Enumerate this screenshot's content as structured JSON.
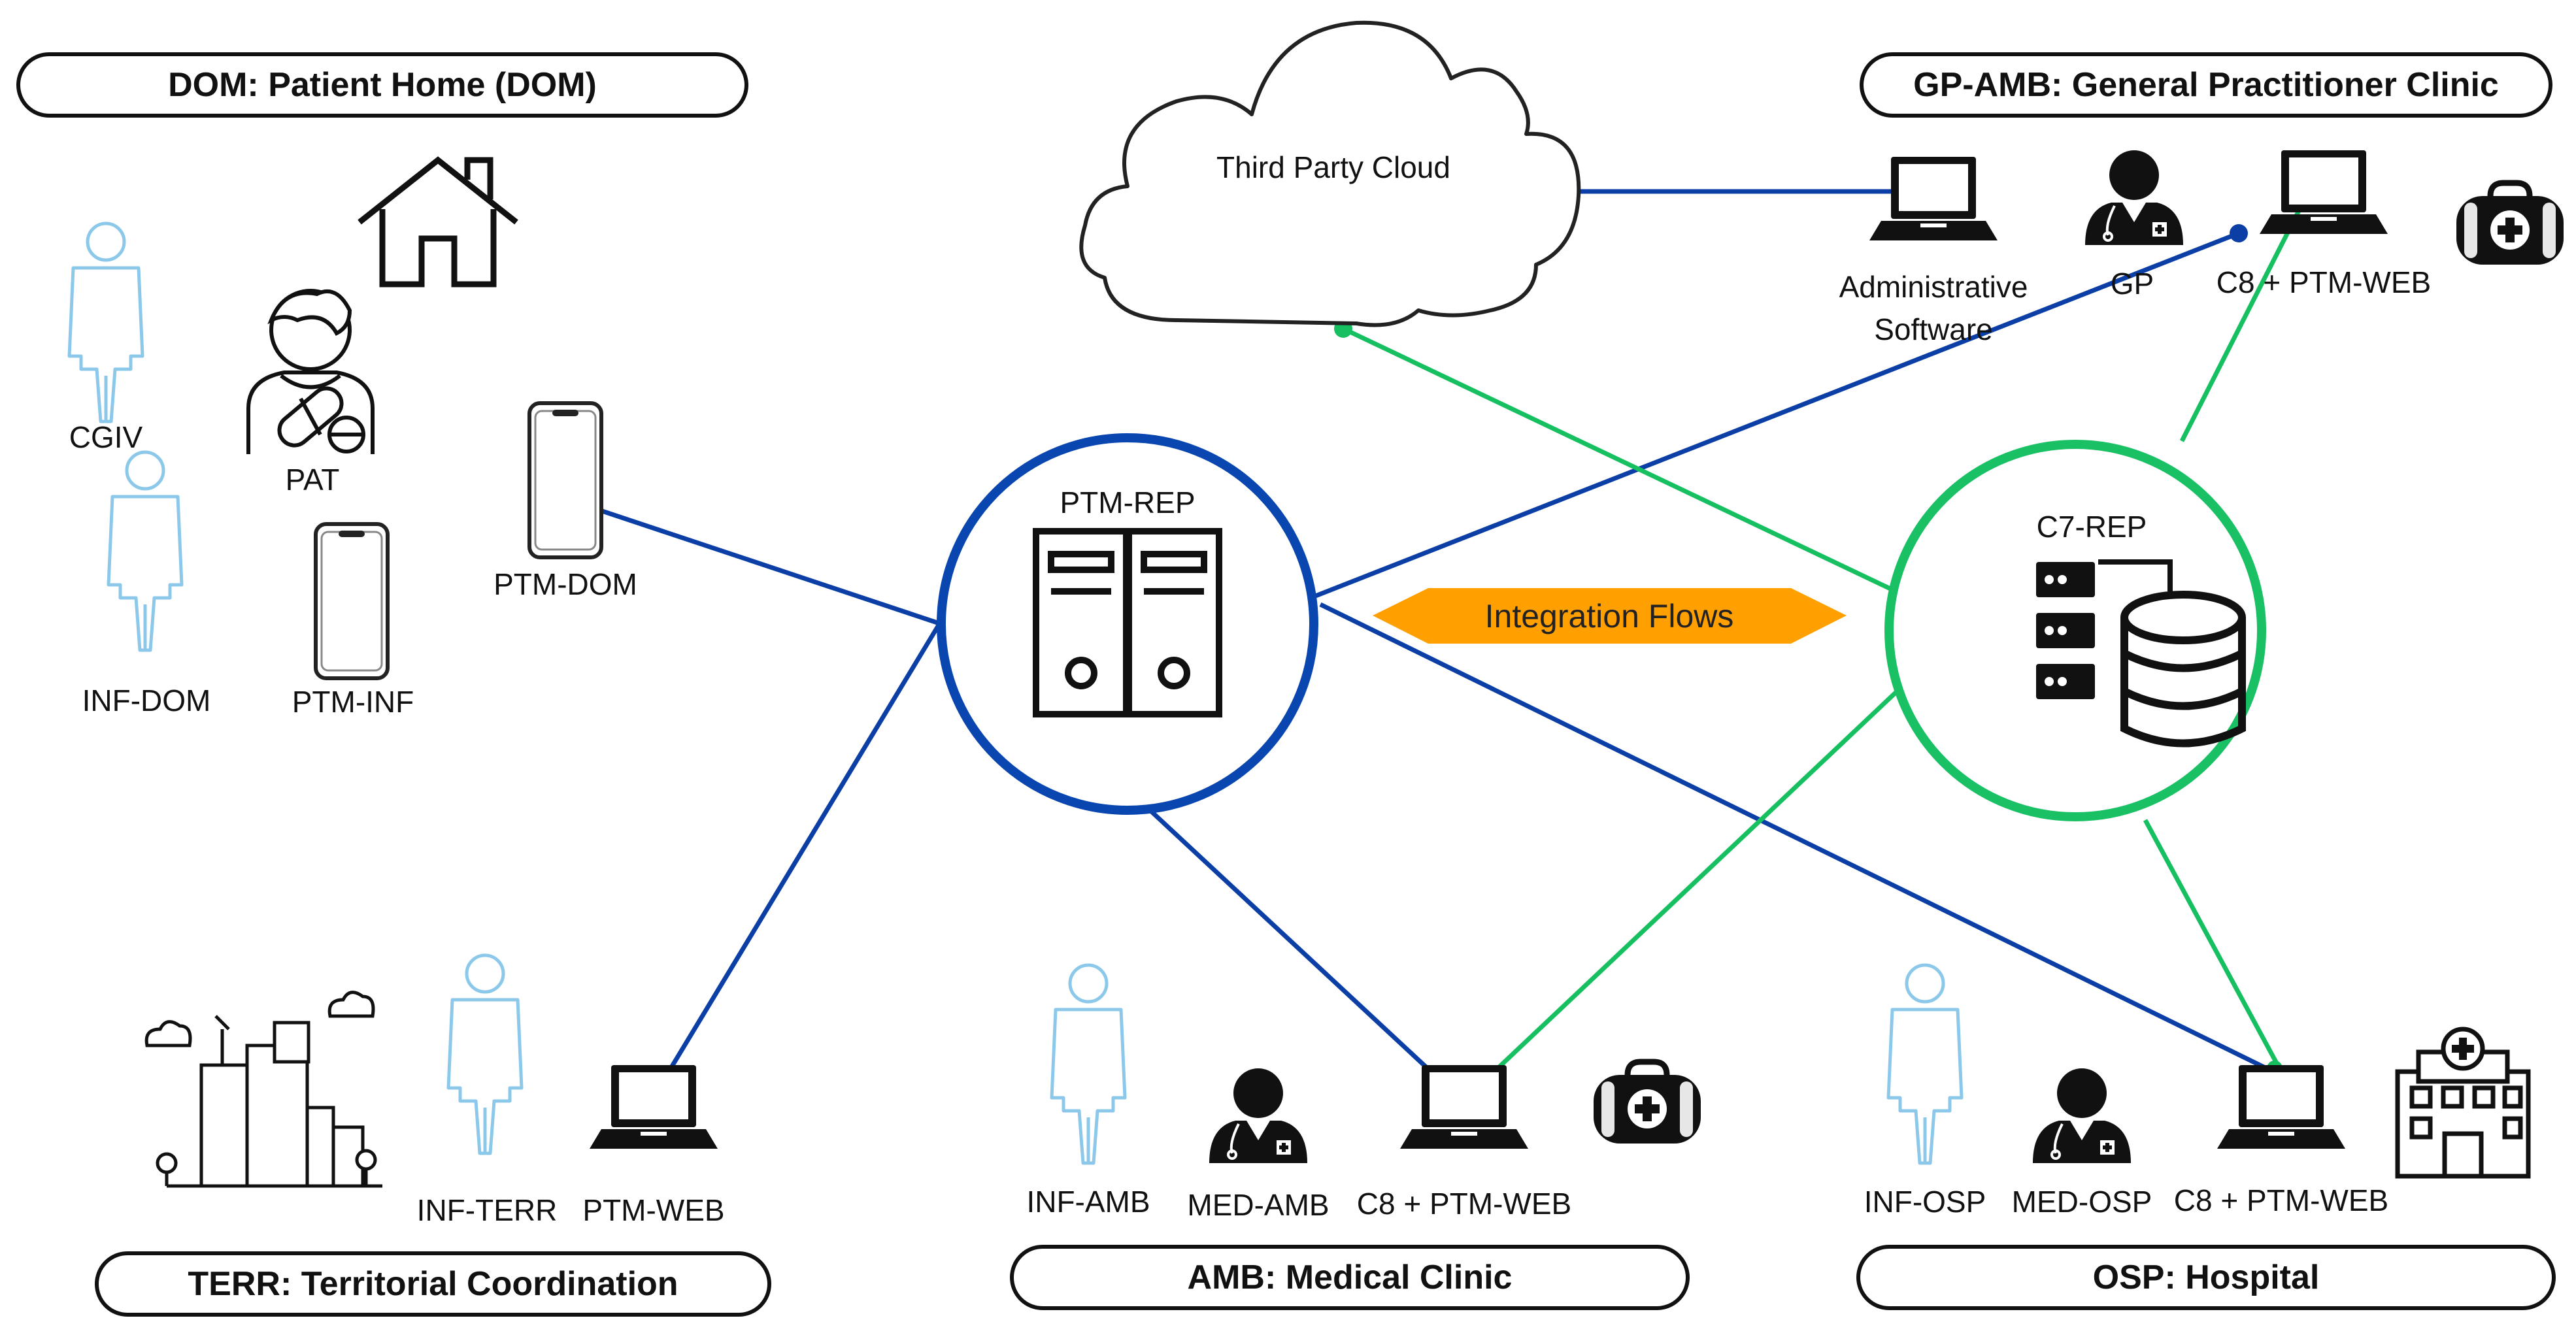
{
  "zones": {
    "dom": "DOM: Patient Home (DOM)",
    "gp_amb": "GP-AMB: General Practitioner Clinic",
    "terr": "TERR: Territorial Coordination",
    "amb": "AMB: Medical Clinic",
    "osp": "OSP: Hospital"
  },
  "cloud": {
    "label": "Third Party  Cloud"
  },
  "hubs": {
    "ptm_rep": "PTM-REP",
    "c7_rep": "C7-REP"
  },
  "integration": {
    "label": "Integration Flows"
  },
  "dom_nodes": {
    "cgiv": "CGIV",
    "pat": "PAT",
    "inf_dom": "INF-DOM",
    "ptm_inf": "PTM-INF",
    "ptm_dom": "PTM-DOM"
  },
  "gp_nodes": {
    "admin_line1": "Administrative",
    "admin_line2": "Software",
    "gp": "GP",
    "c8": "C8 + PTM-WEB"
  },
  "terr_nodes": {
    "inf_terr": "INF-TERR",
    "ptm_web": "PTM-WEB"
  },
  "amb_nodes": {
    "inf_amb": "INF-AMB",
    "med_amb": "MED-AMB",
    "c8": "C8 + PTM-WEB"
  },
  "osp_nodes": {
    "inf_osp": "INF-OSP",
    "med_osp": "MED-OSP",
    "c8": "C8 + PTM-WEB"
  },
  "colors": {
    "blue_link": "#0b3fa6",
    "green_link": "#16c060",
    "hub_blue": "#0a46b0",
    "hub_green": "#1ac164",
    "flow_fill": "#ffa000",
    "person_outline": "#8cc8ea"
  }
}
